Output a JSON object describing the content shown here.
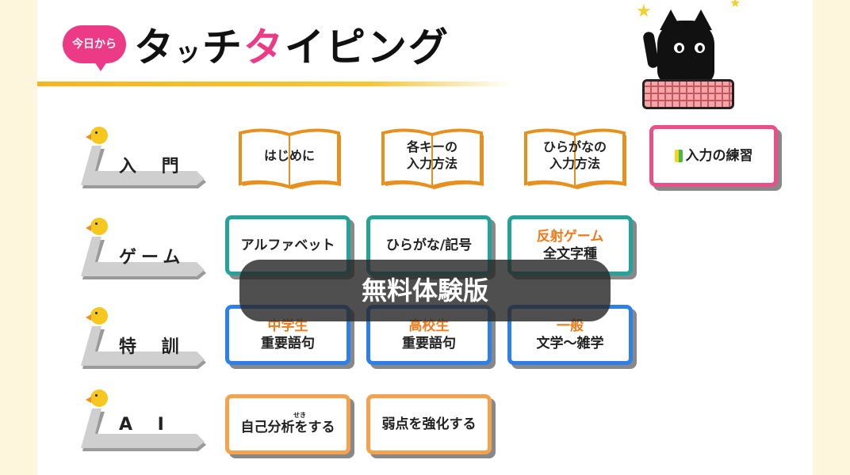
{
  "header": {
    "badge": "今日から",
    "title_part1": "タ",
    "title_part2": "ッ",
    "title_part3": "チ",
    "title_part4": "タ",
    "title_part5": "イピング"
  },
  "rows": [
    {
      "label": "入 門"
    },
    {
      "label": "ゲーム"
    },
    {
      "label": "特 訓"
    },
    {
      "label": "A I"
    }
  ],
  "intro": {
    "book1": [
      "はじめに"
    ],
    "book2": [
      "各キーの",
      "入力方法"
    ],
    "book3": [
      "ひらがなの",
      "入力方法"
    ],
    "practice": "入力の練習"
  },
  "game": {
    "btn1": "アルファベット",
    "btn2": "ひらがな/記号",
    "btn3_accent": "反射ゲーム",
    "btn3_sub": "全文字種"
  },
  "training": {
    "btn1_accent": "中学生",
    "btn1_sub": "重要語句",
    "btn2_accent": "高校生",
    "btn2_sub": "重要語句",
    "btn3_accent": "一般",
    "btn3_sub": "文学～雑学"
  },
  "ai": {
    "btn1": "自己分析をする",
    "btn1_ruby": "せき",
    "btn2": "弱点を強化する"
  },
  "overlay": "無料体験版",
  "colors": {
    "pink": "#ec3a86",
    "teal": "#25a39b",
    "blue": "#2e7fe8",
    "orange": "#f5a24e",
    "accent_orange": "#f07a1a",
    "book_orange": "#e8901e",
    "yellow": "#f5c71f"
  }
}
